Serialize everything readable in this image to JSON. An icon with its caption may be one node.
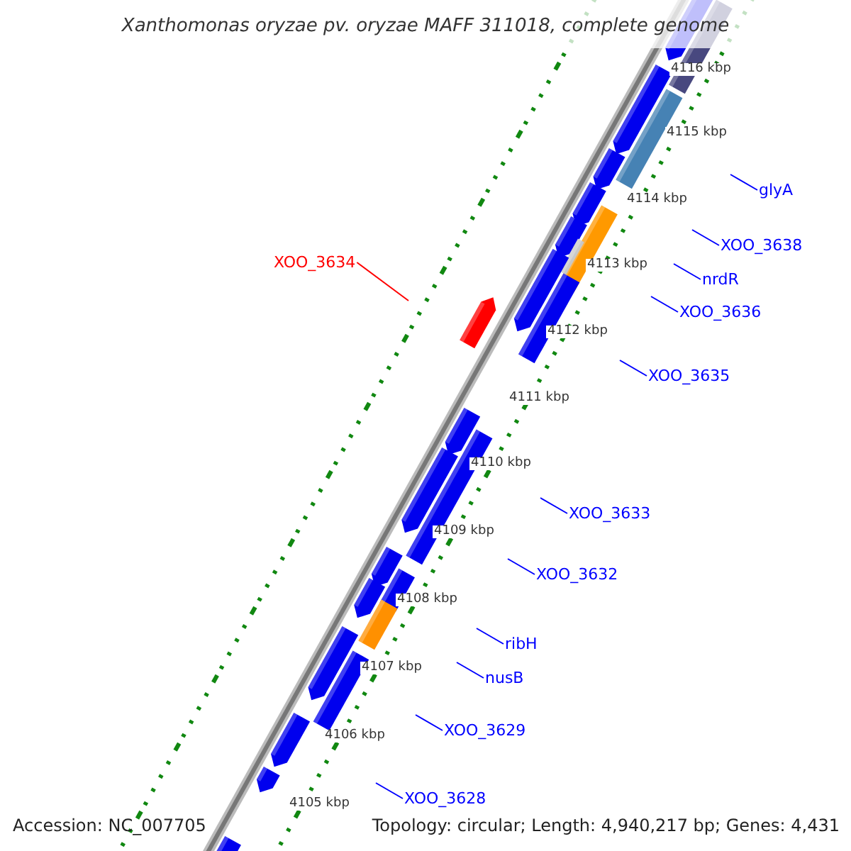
{
  "diagram": {
    "title": "Xanthomonas oryzae pv. oryzae MAFF 311018, complete genome",
    "nodes": [
      {
        "text": [
          "glyA"
        ]
      },
      {
        "text": [
          "XOO_3638"
        ]
      },
      {
        "text": [
          "nrdR"
        ]
      },
      {
        "text": [
          "XOO_3636"
        ]
      },
      {
        "text": [
          "XOO_3635"
        ]
      },
      {
        "text": [
          "XOO_3634"
        ]
      },
      {
        "text": [
          "XOO_3633"
        ]
      },
      {
        "text": [
          "XOO_3632"
        ]
      },
      {
        "text": [
          "ribH"
        ]
      },
      {
        "text": [
          "nusB"
        ]
      },
      {
        "text": [
          "XOO_3629"
        ]
      },
      {
        "text": [
          "XOO_3628"
        ]
      }
    ],
    "edges": [
      {
        "from": 0,
        "to": null,
        "arrow": "none"
      },
      {
        "from": 1,
        "to": null,
        "arrow": "none"
      },
      {
        "from": 2,
        "to": null,
        "arrow": "none"
      },
      {
        "from": 3,
        "to": null,
        "arrow": "none"
      },
      {
        "from": 4,
        "to": null,
        "arrow": "none"
      },
      {
        "from": 5,
        "to": null,
        "arrow": "none",
        "color": "#ff0000"
      },
      {
        "from": 6,
        "to": null,
        "arrow": "none"
      },
      {
        "from": 7,
        "to": null,
        "arrow": "none"
      },
      {
        "from": 8,
        "to": null,
        "arrow": "none"
      },
      {
        "from": 9,
        "to": null,
        "arrow": "none"
      },
      {
        "from": 10,
        "to": null,
        "arrow": "none"
      },
      {
        "from": 11,
        "to": null,
        "arrow": "none"
      }
    ],
    "labels": [
      "4116 kbp",
      "4115 kbp",
      "4114 kbp",
      "4113 kbp",
      "4112 kbp",
      "4111 kbp",
      "4110 kbp",
      "4109 kbp",
      "4108 kbp",
      "4107 kbp",
      "4106 kbp",
      "4105 kbp",
      "Accession: NC_007705",
      "Topology: circular; Length: 4,940,217 bp; Genes: 4,431"
    ]
  }
}
